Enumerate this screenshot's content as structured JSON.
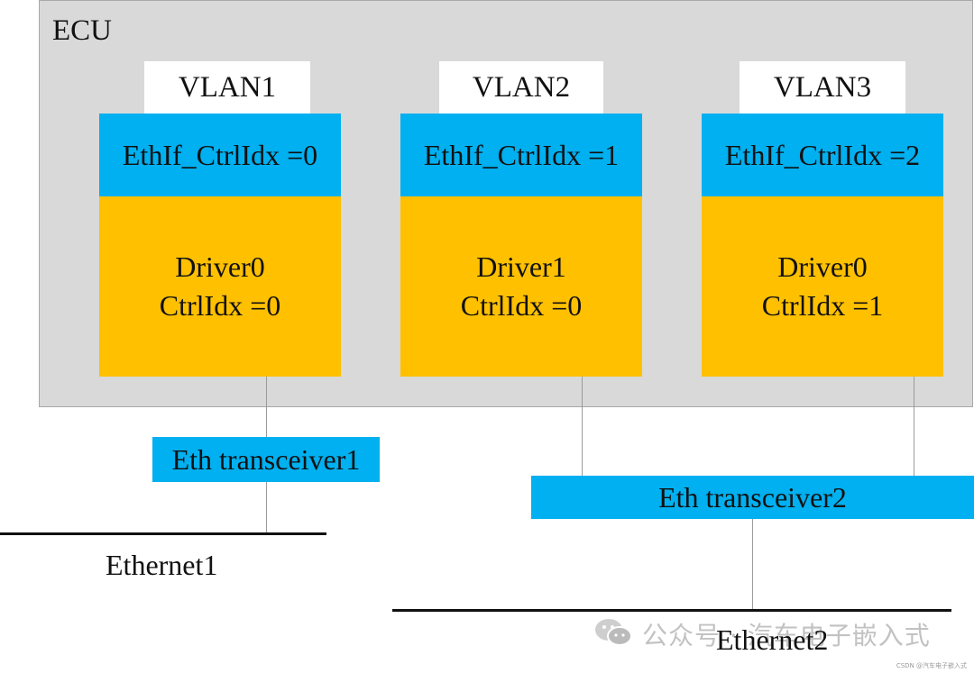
{
  "ecu": {
    "label": "ECU"
  },
  "vlans": [
    {
      "vlan": "VLAN1",
      "ethif": "EthIf_CtrlIdx =0",
      "driver": "Driver0",
      "ctrl": "CtrlIdx =0"
    },
    {
      "vlan": "VLAN2",
      "ethif": "EthIf_CtrlIdx =1",
      "driver": "Driver1",
      "ctrl": "CtrlIdx =0"
    },
    {
      "vlan": "VLAN3",
      "ethif": "EthIf_CtrlIdx =2",
      "driver": "Driver0",
      "ctrl": "CtrlIdx =1"
    }
  ],
  "transceivers": [
    "Eth transceiver1",
    "Eth transceiver2"
  ],
  "networks": [
    "Ethernet1",
    "Ethernet2"
  ],
  "watermark": {
    "text": "公众号 · 汽车电子嵌入式",
    "source": "CSDN @汽车电子嵌入式"
  },
  "colors": {
    "ecu_background": "#d9d9d9",
    "ethif_block": "#00b0f0",
    "driver_block": "#ffc000",
    "vlan_tag": "#ffffff",
    "bus_line": "#111111"
  }
}
